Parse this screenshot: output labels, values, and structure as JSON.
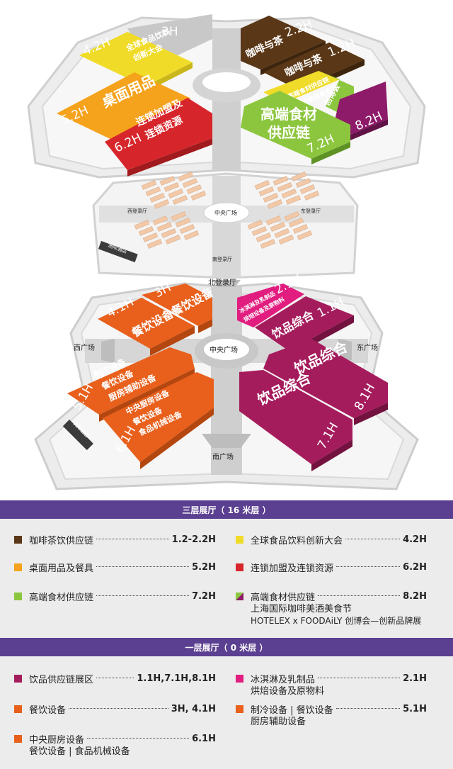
{
  "map": {
    "upper_halls": {
      "h3": {
        "num": "3H"
      },
      "h42": {
        "num": "4.2H",
        "name": [
          "全球食品饮料",
          "创新大会"
        ]
      },
      "h52": {
        "num": "5.2H",
        "name": [
          "桌面用品"
        ]
      },
      "h62": {
        "num": "6.2H",
        "name": [
          "连锁加盟及",
          "连锁资源"
        ]
      },
      "h22": {
        "num": "2.2H",
        "name": [
          "咖啡与茶"
        ]
      },
      "h12": {
        "num": "1.2H",
        "name": [
          "咖啡与茶"
        ]
      },
      "h72": {
        "num": "7.2H",
        "name": [
          "高端食材",
          "供应链"
        ]
      },
      "h82": {
        "num": "8.2H",
        "name": [
          "创博会"
        ]
      },
      "h82b": {
        "name": [
          "高端食材供应链",
          "咖啡美酒美食节"
        ]
      }
    },
    "middle": {
      "center": "中央广场",
      "west": "西登录厅",
      "east": "东登录厅",
      "south": "南登录厅",
      "hotel": "洲际酒店"
    },
    "lower_halls": {
      "north_lobby": "北登录厅",
      "h41": {
        "num": "4.1H",
        "name": [
          "餐饮设备"
        ]
      },
      "h3": {
        "num": "3H",
        "name": [
          "餐饮设备"
        ]
      },
      "h21": {
        "num": "2.1H",
        "name": [
          "冰淇淋及乳制品",
          "烘焙设备及原物料"
        ]
      },
      "h11": {
        "num": "1.1H",
        "name": [
          "饮品综合"
        ]
      },
      "h51": {
        "num": "5.1H",
        "name": [
          "制冷设备",
          "餐饮设备",
          "厨房辅助设备"
        ]
      },
      "h61": {
        "num": "6.1H",
        "name": [
          "中央厨房设备",
          "餐饮设备",
          "食品机械设备"
        ]
      },
      "h81": {
        "num": "8.1H",
        "name": [
          "饮品综合"
        ]
      },
      "h71": {
        "num": "7.1H",
        "name": [
          "饮品综合"
        ]
      },
      "west_plaza": "西广场",
      "east_plaza": "东广场",
      "center": "中央广场",
      "south_plaza": "南广场",
      "hotel": "洲际酒店"
    }
  },
  "legend": {
    "floor3_title": "三层展厅（ 16 米层 ）",
    "floor3": [
      {
        "color": "#5a3716",
        "name": "咖啡茶饮供应链",
        "value": "1.2-2.2H"
      },
      {
        "color": "#f0dc28",
        "name": "全球食品饮料创新大会",
        "value": "4.2H"
      },
      {
        "color": "#f5a21c",
        "name": "桌面用品及餐具",
        "value": "5.2H"
      },
      {
        "color": "#d7262b",
        "name": "连锁加盟及连锁资源",
        "value": "6.2H"
      },
      {
        "color": "#8cc63f",
        "name": "高端食材供应链",
        "value": "7.2H"
      },
      {
        "color": "#8cc63f",
        "color2": "#8e1b6a",
        "name": "高端食材供应链",
        "value": "8.2H",
        "sub": [
          "上海国际咖啡美酒美食节",
          "HOTELEX x FOODAiLY 创博会—创新品牌展"
        ]
      }
    ],
    "floor1_title": "一层展厅（ 0 米层 ）",
    "floor1": [
      {
        "color": "#a51c5d",
        "name": "饮品供应链展区",
        "value": "1.1H,7.1H,8.1H"
      },
      {
        "color": "#e11d7f",
        "name": "冰淇淋及乳制品",
        "value": "2.1H",
        "sub": [
          "烘焙设备及原物料"
        ]
      },
      {
        "color": "#e8601c",
        "name": "餐饮设备",
        "value": "3H, 4.1H"
      },
      {
        "color": "#e8601c",
        "name": "制冷设备 | 餐饮设备",
        "value": "5.1H",
        "sub": [
          "厨房辅助设备"
        ]
      },
      {
        "color": "#e8601c",
        "name": "中央厨房设备",
        "value": "6.1H",
        "sub": [
          "餐饮设备 | 食品机械设备"
        ]
      }
    ]
  }
}
